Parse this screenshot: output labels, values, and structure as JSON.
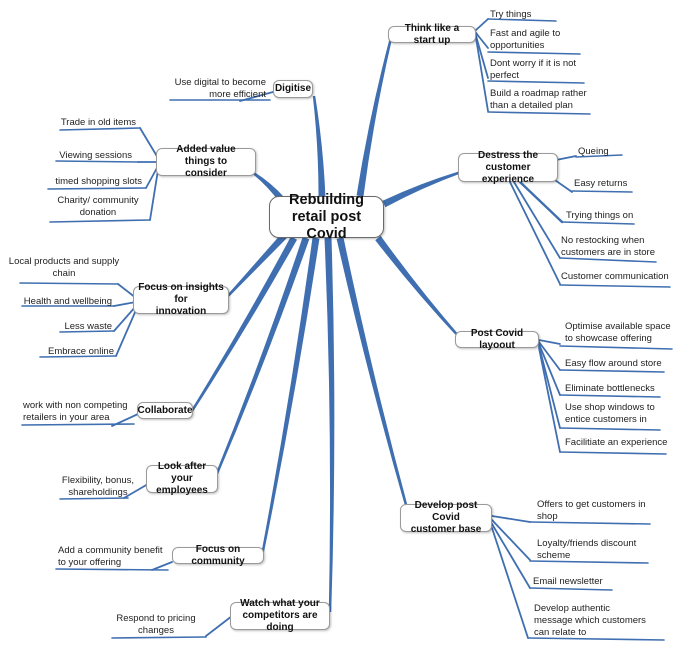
{
  "center": "Rebuilding\nretail post Covid",
  "colors": {
    "branch": "#3f6fb0",
    "box_border": "#9a9a9a"
  },
  "branches": {
    "digitise": {
      "label": "Digitise",
      "items": [
        "Use digital to become\nmore efficient"
      ]
    },
    "start_up": {
      "label": "Think like a start up",
      "items": [
        "Try things",
        "Fast and agile to\nopportunities",
        "Dont worry if it is not\nperfect",
        "Build a roadmap rather\nthan a detailed plan"
      ]
    },
    "added_value": {
      "label": "Added value things to\nconsider",
      "items": [
        "Trade in old items",
        "Viewing sessions",
        "timed shopping slots",
        "Charity/ community\ndonation"
      ]
    },
    "destress": {
      "label": "Destress the customer\nexperience",
      "items": [
        "Queing",
        "Easy returns",
        "Trying things on",
        "No restocking when\ncustomers are in store",
        "Customer communication"
      ]
    },
    "insights": {
      "label": "Focus on insights for\ninnovation",
      "items": [
        "Local products and supply\nchain",
        "Health and wellbeing",
        "Less waste",
        "Embrace online"
      ]
    },
    "layout": {
      "label": "Post Covid layoout",
      "items": [
        "Optimise available space\nto showcase offering",
        "Easy flow around store",
        "Eliminate bottlenecks",
        "Use shop windows to\nentice customers in",
        "Facilitiate an experience"
      ]
    },
    "collaborate": {
      "label": "Collaborate",
      "items": [
        "work with non competing\nretailers in your area"
      ]
    },
    "employees": {
      "label": "Look after your\nemployees",
      "items": [
        "Flexibility, bonus,\nshareholdings"
      ]
    },
    "customer_base": {
      "label": "Develop post Covid\ncustomer base",
      "items": [
        "Offers to get customers in\nshop",
        "Loyalty/friends discount\nscheme",
        "Email newsletter",
        "Develop authentic\nmessage which customers\ncan relate to"
      ]
    },
    "community": {
      "label": "Focus on community",
      "items": [
        "Add a community benefit\nto your offering"
      ]
    },
    "competitors": {
      "label": "Watch what your\ncompetitors are doing",
      "items": [
        "Respond to pricing\nchanges"
      ]
    }
  }
}
